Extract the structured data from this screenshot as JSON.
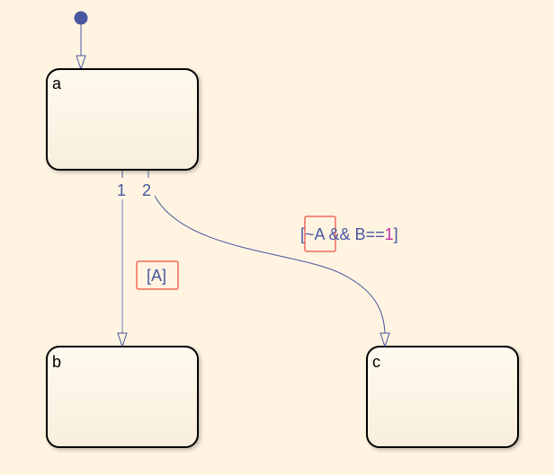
{
  "states": [
    {
      "name": "a"
    },
    {
      "name": "b"
    },
    {
      "name": "c"
    }
  ],
  "transitions": [
    {
      "order": "1",
      "label_open": "[",
      "label_var": "A",
      "label_close": "]"
    },
    {
      "order": "2",
      "label_open": "[",
      "label_var": "~A",
      "label_rest": " && B==",
      "label_num": "1",
      "label_close": "]"
    }
  ],
  "colors": {
    "background": "#fef4e1",
    "transition": "#4a56a0",
    "highlight": "#f06a5a",
    "number": "#c02ca8"
  }
}
